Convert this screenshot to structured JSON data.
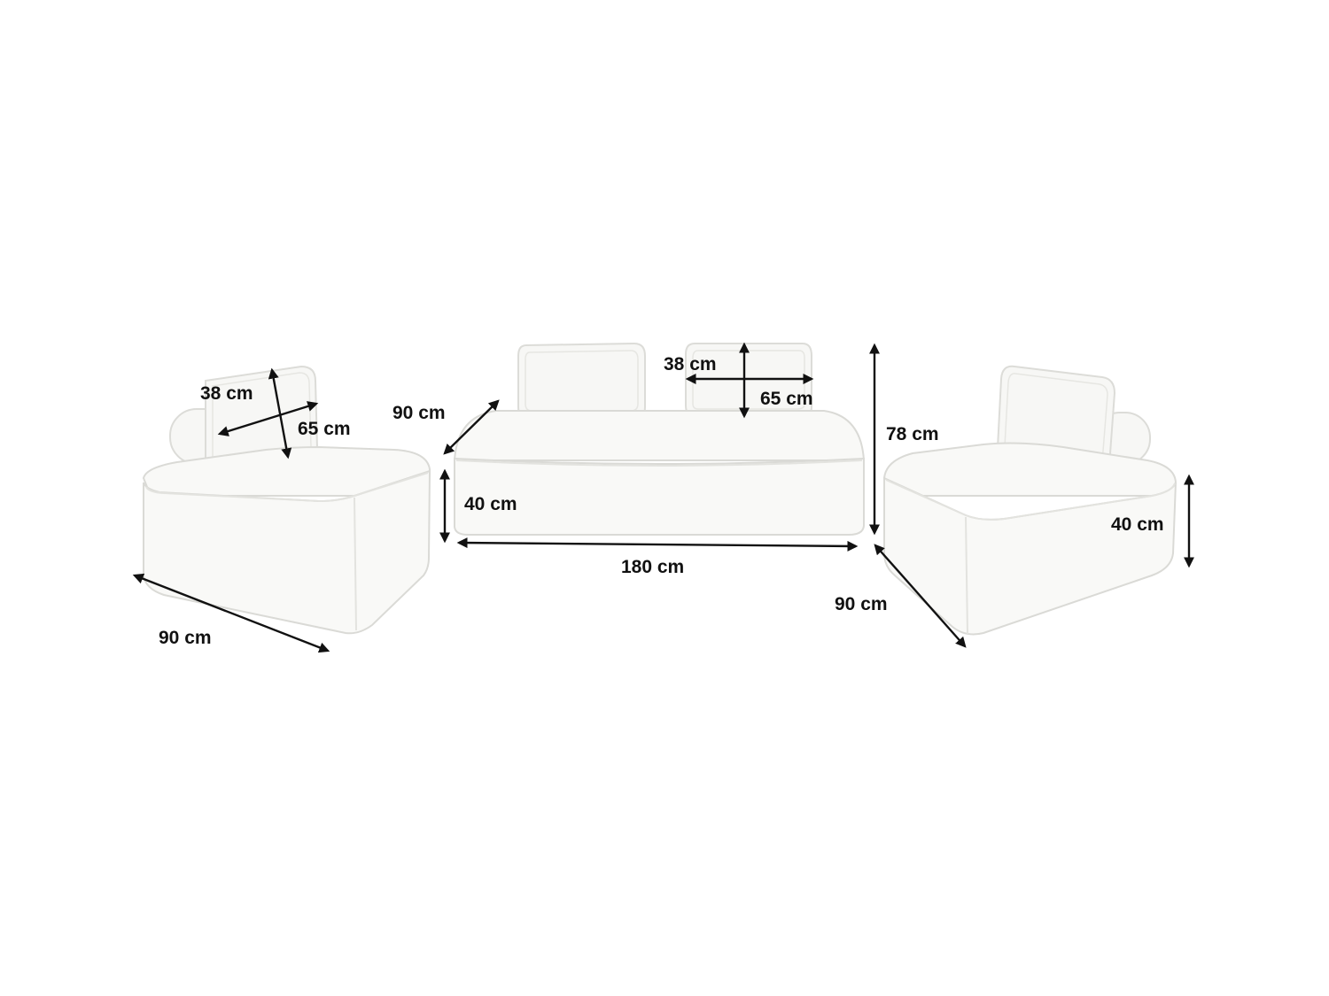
{
  "diagram": {
    "left_module": {
      "cushion_height_label": "38 cm",
      "cushion_width_label": "65 cm",
      "depth_label": "90 cm"
    },
    "center_module": {
      "depth_label": "90 cm",
      "cushion_height_label": "38 cm",
      "cushion_width_label": "65 cm",
      "total_height_label": "78 cm",
      "seat_height_label": "40 cm",
      "width_label": "180 cm"
    },
    "right_module": {
      "seat_height_label": "40 cm",
      "depth_label": "90 cm"
    },
    "colors": {
      "upholstery": "#f8f8f6",
      "outline": "#dadad6",
      "arrows": "#111111"
    }
  }
}
